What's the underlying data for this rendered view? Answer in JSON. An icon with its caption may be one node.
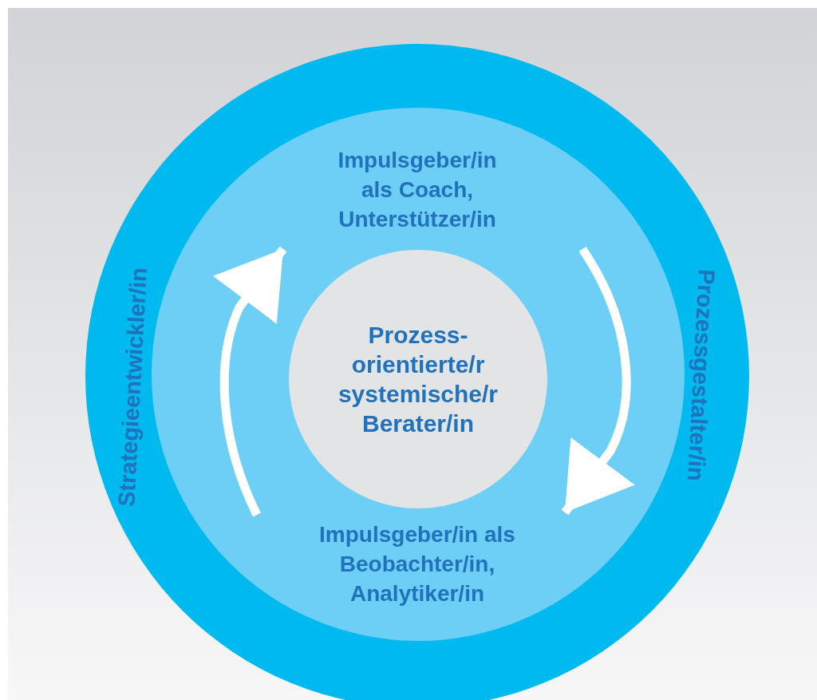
{
  "diagram": {
    "nodes": [
      {
        "text": [
          "Strategieentwickler/in",
          "Prozessgestalter/in"
        ]
      },
      {
        "text": [],
        "shape": "circle",
        "in": 0
      },
      {
        "text": [
          "Impulsgeber/in als Coach, Unterstützer/in"
        ],
        "in": 1
      },
      {
        "text": [
          "Prozess-orientierte/r systemische/r Berater/in"
        ],
        "in": 1
      },
      {
        "text": [
          "Impulsgeber/in als Beobachter/in, Analytiker/in"
        ],
        "in": 1
      }
    ]
  }
}
